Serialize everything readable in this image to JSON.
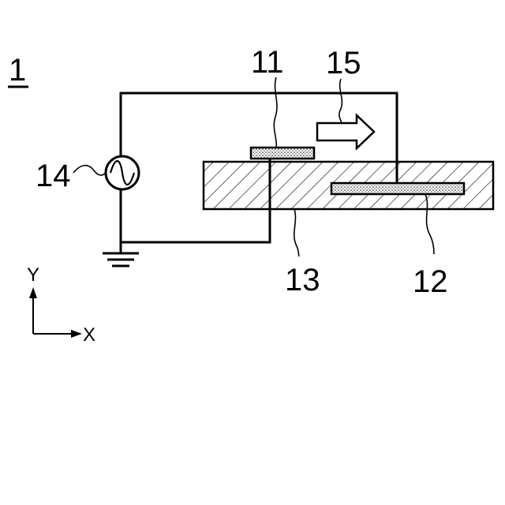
{
  "figure_label": "1",
  "labels": {
    "first_electrode": "11",
    "second_electrode": "12",
    "substrate": "13",
    "ac_source": "14",
    "direction_arrow": "15"
  },
  "axes": {
    "y_label": "Y",
    "x_label": "X"
  }
}
